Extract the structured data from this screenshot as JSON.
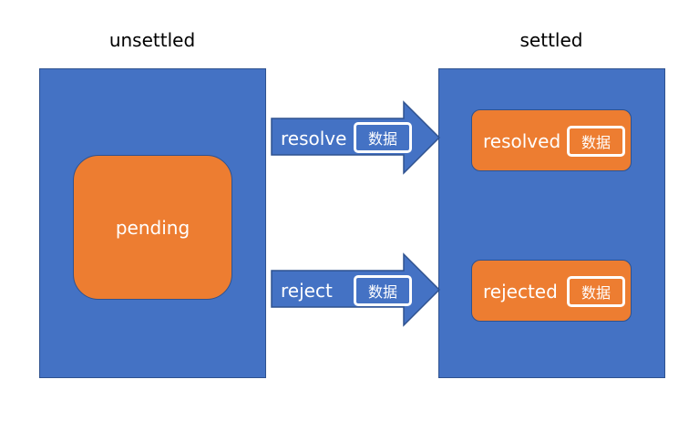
{
  "headings": {
    "unsettled": "unsettled",
    "settled": "settled"
  },
  "states": {
    "pending": "pending",
    "resolved": "resolved",
    "rejected": "rejected"
  },
  "transitions": {
    "resolve": "resolve",
    "reject": "reject"
  },
  "data_label": "数据",
  "colors": {
    "panel_fill": "#4472c4",
    "state_fill": "#ed7d31",
    "outline": "#2f528f",
    "text_on_shape": "#ffffff"
  }
}
